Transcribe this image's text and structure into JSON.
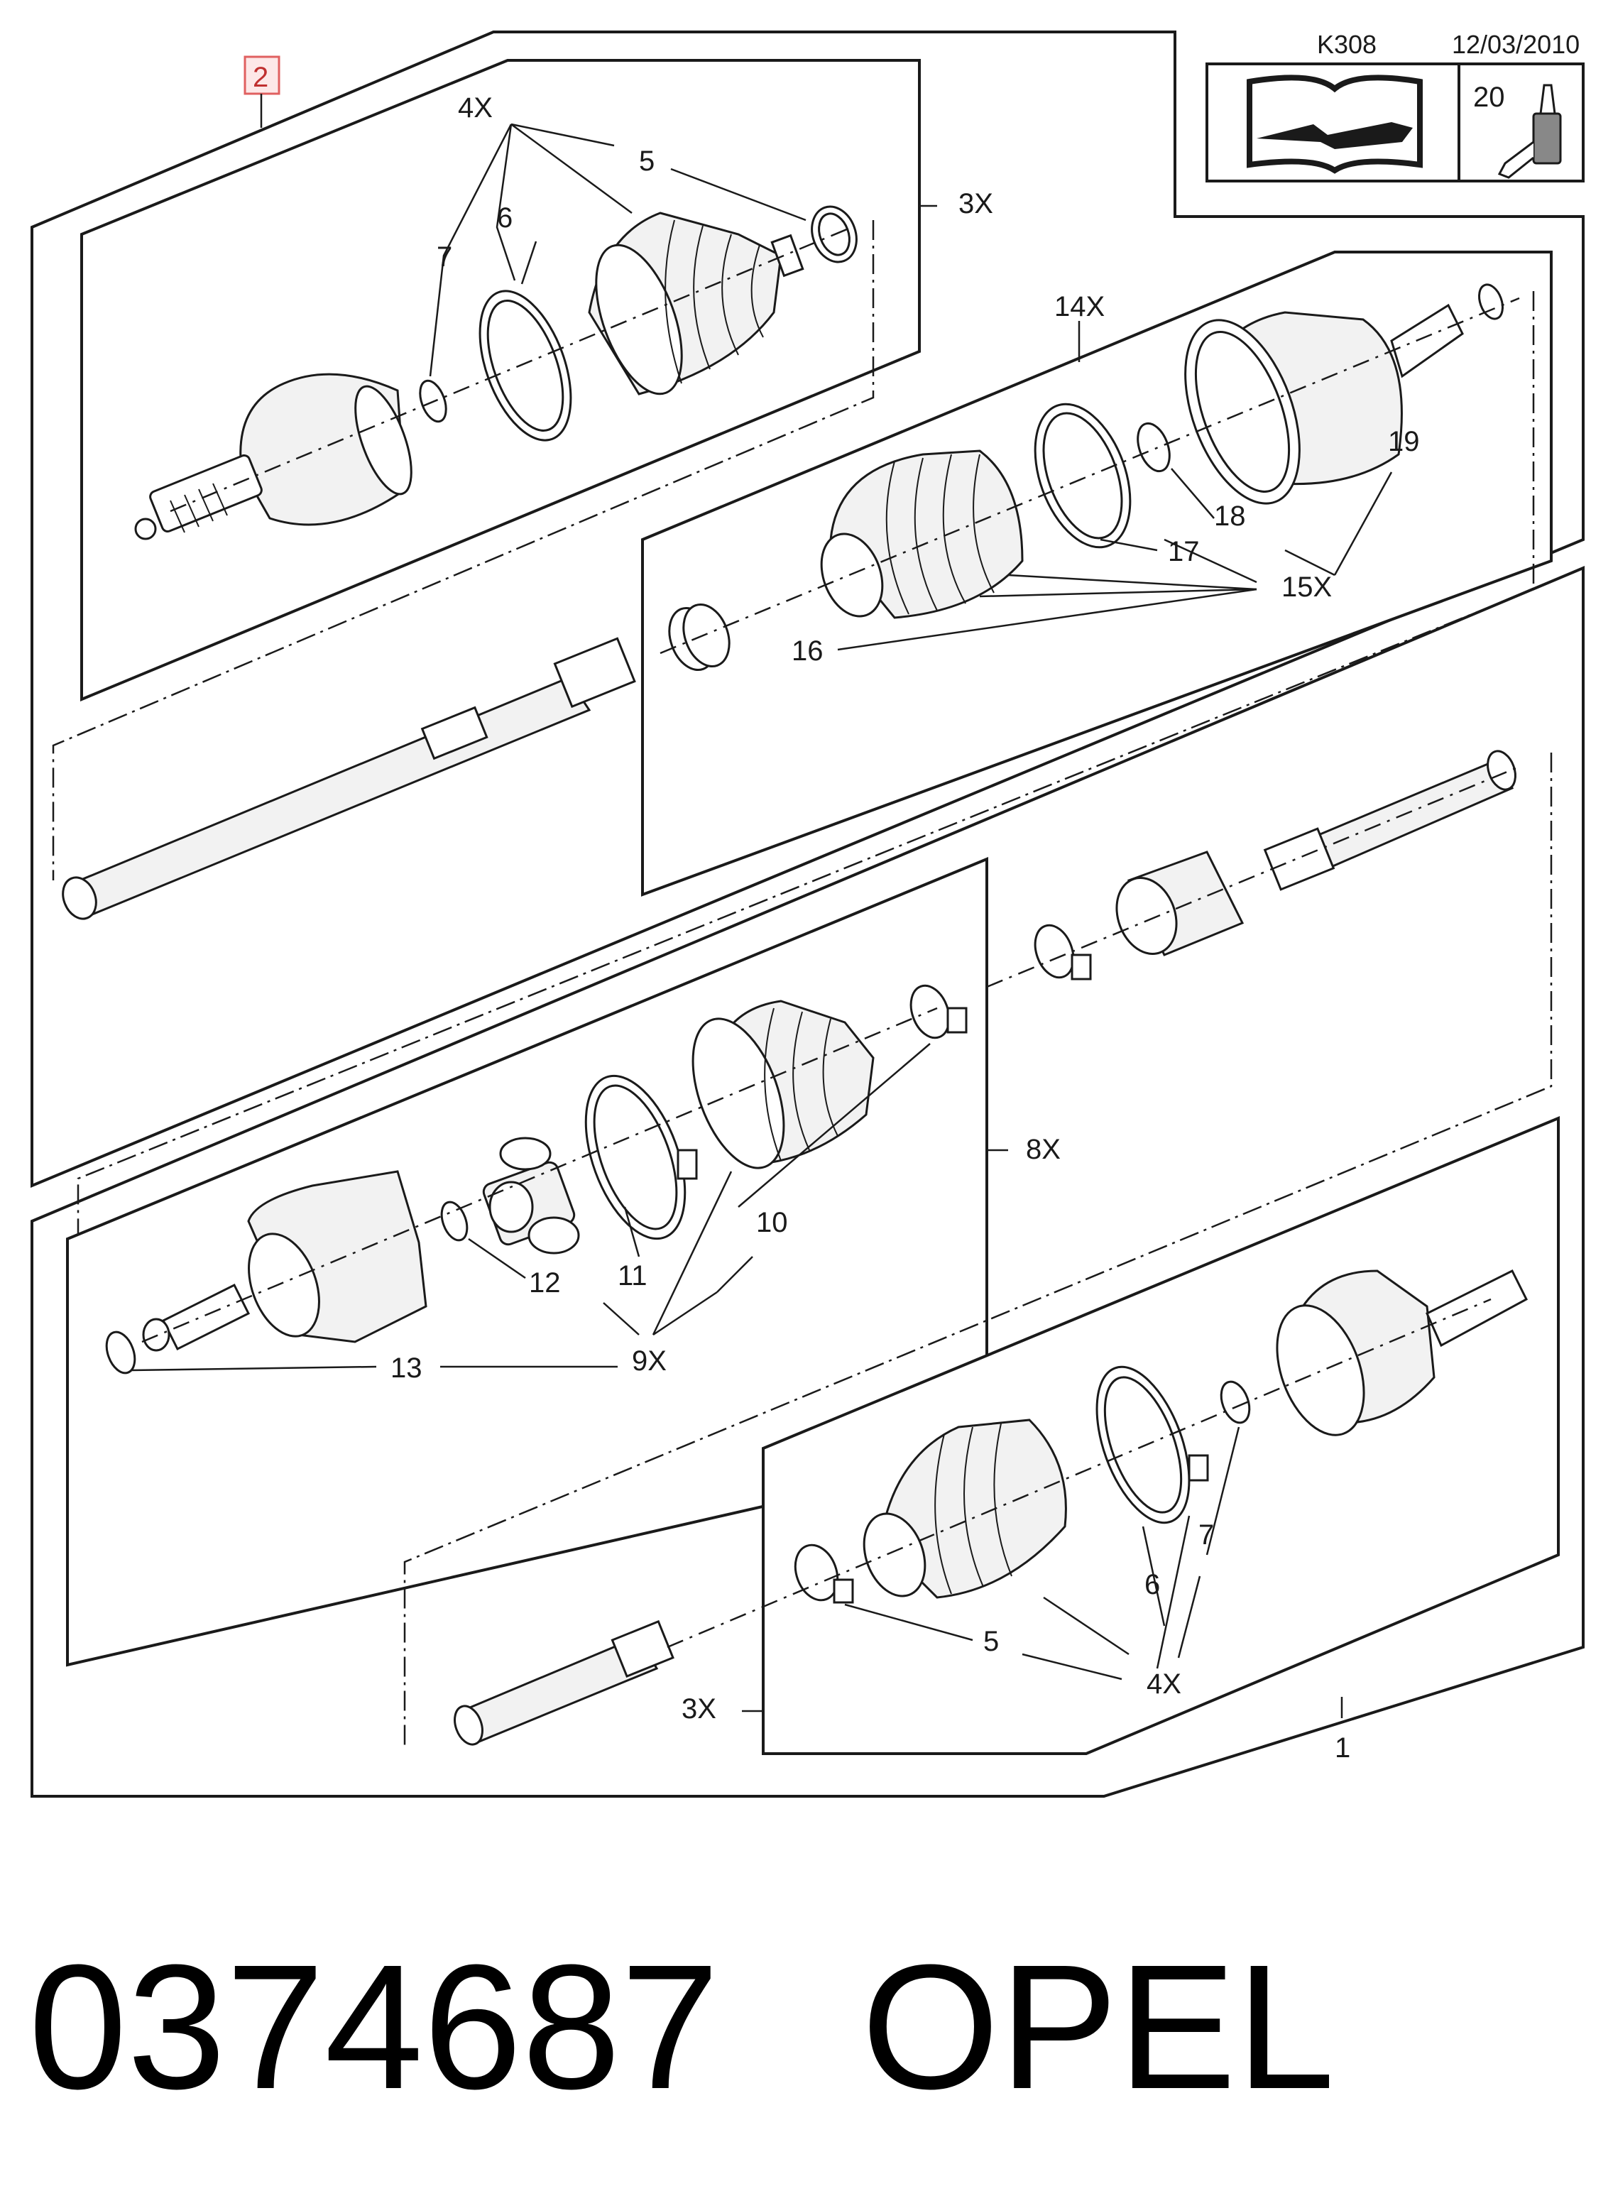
{
  "header": {
    "page_code": "K308",
    "date": "12/03/2010",
    "tool_ref": "20"
  },
  "diagram": {
    "assembly_marker": "2",
    "callouts": {
      "qty_4x_top": "4X",
      "n5_top": "5",
      "n6_top": "6",
      "n7_top": "7",
      "qty_3x_top": "3X",
      "qty_14x": "14X",
      "n19": "19",
      "n18": "18",
      "n17": "17",
      "qty_15x": "15X",
      "n16": "16",
      "qty_8x": "8X",
      "n10": "10",
      "n12": "12",
      "n11": "11",
      "n13": "13",
      "qty_9x": "9X",
      "n7_bottom": "7",
      "n6_bottom": "6",
      "n5_bottom": "5",
      "qty_4x_bottom": "4X",
      "qty_3x_bottom": "3X",
      "n1": "1"
    }
  },
  "footer": {
    "part_number": "0374687",
    "brand": "OPEL"
  },
  "colors": {
    "line": "#1a1a1a",
    "marker_border": "#e06060",
    "marker_fill": "#fde8e8"
  },
  "icons": {
    "manual": "repair-manual-icon",
    "tool": "grease-tube-icon"
  }
}
